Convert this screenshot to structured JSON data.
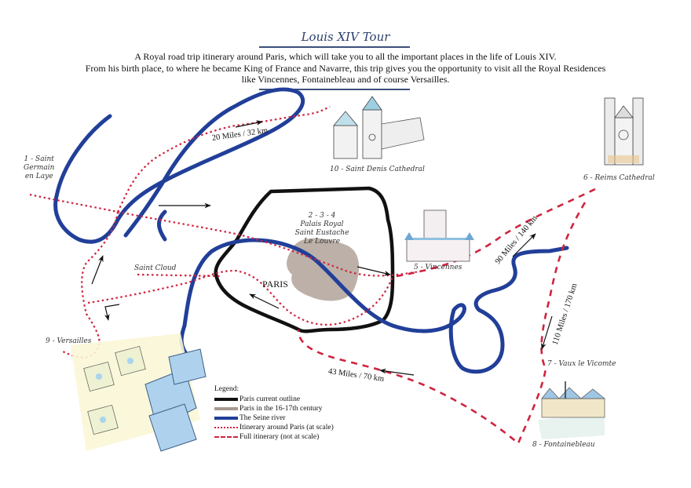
{
  "header": {
    "title": "Louis XIV Tour",
    "intro_lines": [
      "A Royal road trip itinerary around Paris, which will take you to all the important places in the life of Louis XIV.",
      "From his birth place, to where he became King of France and Navarre, this trip gives  you the opportunity to visit all the Royal Residences",
      "like Vincennes, Fontainebleau and of course Versailles."
    ]
  },
  "places": {
    "saint_germain": [
      "1 - Saint",
      "Germain",
      "en Laye"
    ],
    "paris_center": [
      "2 - 3 - 4",
      "Palais Royal",
      "Saint Eustache",
      "Le Louvre"
    ],
    "vincennes": "5 - Vincennes",
    "reims": "6 - Reims Cathedral",
    "vaux": "7 - Vaux le Vicomte",
    "fontainebleau": "8 - Fontainebleau",
    "versailles": "9 - Versailles",
    "saint_denis": "10 - Saint Denis Cathedral",
    "saint_cloud": "Saint Cloud",
    "paris": "PARIS"
  },
  "distances": {
    "d1": "20 Miles / 32 km",
    "d2": "90 Miles / 140 km",
    "d3": "110 Miles / 170 km",
    "d4": "43 Miles / 70 km"
  },
  "legend": {
    "heading": "Legend:",
    "items": [
      {
        "label": "Paris current outline",
        "color": "#111111"
      },
      {
        "label": "Paris in the 16-17th century",
        "color": "#a8998f"
      },
      {
        "label": "The Seine river",
        "color": "#213f99"
      },
      {
        "label": "Itinerary around Paris (at scale)",
        "color": "#d0233f"
      },
      {
        "label": "Full itinerary (not at scale)",
        "color": "#d0233f"
      }
    ]
  },
  "colors": {
    "seine": "#213f99",
    "route": "#d0233f",
    "outline": "#111111",
    "old_paris": "#b8aca3"
  }
}
